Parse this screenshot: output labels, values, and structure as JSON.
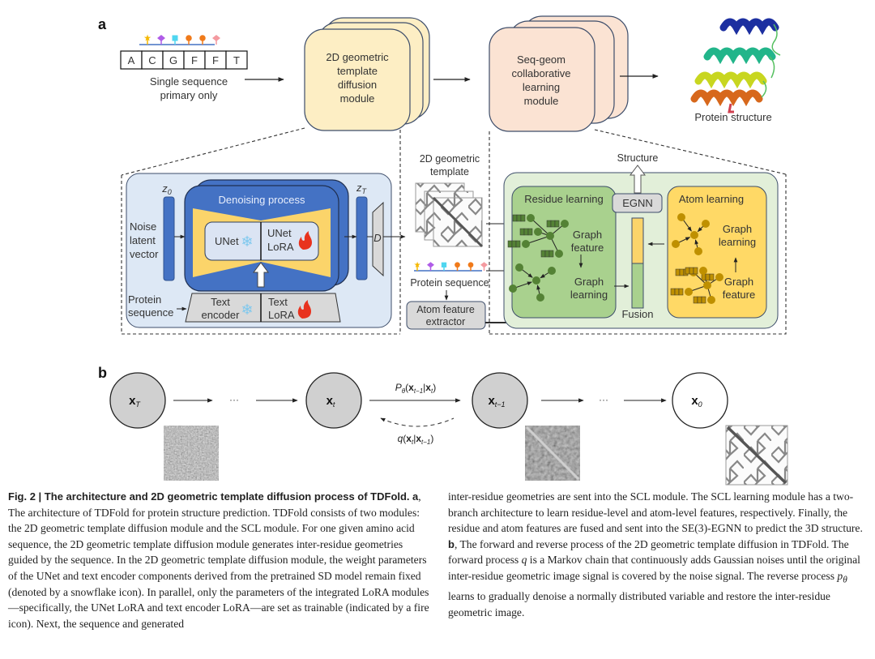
{
  "panel_a": {
    "label": "a",
    "sequence_letters": [
      "A",
      "C",
      "G",
      "F",
      "F",
      "T"
    ],
    "sequence_caption": [
      "Single sequence",
      "primary only"
    ],
    "diffusion_module_label": [
      "2D geometric",
      "template",
      "diffusion",
      "module"
    ],
    "scl_module_label": [
      "Seq-geom",
      "collaborative",
      "learning",
      "module"
    ],
    "protein_structure_label": "Protein structure",
    "detail_left": {
      "z0": "z",
      "z0_sub": "0",
      "zT": "z",
      "zT_sub": "T",
      "denoising_title": "Denoising process",
      "noise_label": [
        "Noise",
        "latent",
        "vector"
      ],
      "unet": "UNet",
      "unet_lora": [
        "UNet",
        "LoRA"
      ],
      "decoder": "D",
      "protein_sequence": [
        "Protein",
        "sequence"
      ],
      "text_encoder": [
        "Text",
        "encoder"
      ],
      "text_lora": [
        "Text",
        "LoRA"
      ]
    },
    "middle": {
      "template_label": [
        "2D geometric",
        "template"
      ],
      "protein_sequence": "Protein sequence",
      "atom_extractor": [
        "Atom feature",
        "extractor"
      ]
    },
    "detail_right": {
      "structure": "Structure",
      "egnn": "EGNN",
      "fusion": "Fusion",
      "residue_title": "Residue learning",
      "residue_graph_feature": [
        "Graph",
        "feature"
      ],
      "residue_graph_learning": [
        "Graph",
        "learning"
      ],
      "atom_title": "Atom learning",
      "atom_graph_learning": [
        "Graph",
        "learning"
      ],
      "atom_graph_feature": [
        "Graph",
        "feature"
      ]
    },
    "icons": [
      "star-icon",
      "diamond-icon",
      "square-icon",
      "circle-icon",
      "circle-icon",
      "diamond-icon"
    ],
    "icon_colors": [
      "#f5b800",
      "#b05ce8",
      "#4fd6f0",
      "#f07a1a",
      "#f07a1a",
      "#f49aa0"
    ]
  },
  "panel_b": {
    "label": "b",
    "nodes": [
      {
        "main": "x",
        "sub": "T"
      },
      {
        "main": "x",
        "sub": "t"
      },
      {
        "main": "x",
        "sub": "t−1"
      },
      {
        "main": "x",
        "sub": "0"
      }
    ],
    "ellipsis": "···",
    "reverse_label": {
      "p": "P",
      "p_sub": "θ",
      "open": "(",
      "a": "x",
      "a_sub": "t−1",
      "bar": "|",
      "b": "x",
      "b_sub": "t",
      "close": ")"
    },
    "forward_label": {
      "q": "q",
      "open": "(",
      "a": "x",
      "a_sub": "t",
      "bar": "|",
      "b": "x",
      "b_sub": "t−1",
      "close": ")"
    }
  },
  "colors": {
    "yellow_module": "#fdeec4",
    "peach_module": "#fbe3d3",
    "light_blue_panel": "#dde8f5",
    "blue": "#4472c4",
    "gold": "#fbd46a",
    "light_green_panel": "#e2efd9",
    "green_box": "#a9d18e",
    "green_node": "#548235",
    "atom_box": "#ffd966",
    "atom_node": "#bf9000",
    "grey_box": "#d9d9d9",
    "node_grey": "#d0d0d0",
    "fire": "#e8321e",
    "snowflake": "#7ec8ee"
  },
  "caption": {
    "left_bold_title": "Fig. 2 | The architecture and 2D geometric template diffusion process of TDFold.",
    "left_bold_a": "a",
    "left_text": ", The architecture of TDFold for protein structure prediction. TDFold consists of two modules: the 2D geometric template diffusion module and the SCL module. For one given amino acid sequence, the 2D geometric template diffusion module generates inter-residue geometries guided by the sequence. In the 2D geometric template diffusion module, the weight parameters of the UNet and text encoder components derived from the pretrained SD model remain fixed (denoted by a snowflake icon). In parallel, only the parameters of the integrated LoRA modules—specifically, the UNet LoRA and text encoder LoRA—are set as trainable (indicated by a fire icon). Next, the sequence and generated",
    "right_text_1": "inter-residue geometries are sent into the SCL module. The SCL learning module has a two-branch architecture to learn residue-level and atom-level features, respectively. Finally, the residue and atom features are fused and sent into the SE(3)-EGNN to predict the 3D structure. ",
    "right_bold_b": "b",
    "right_text_2": ", The forward and reverse process of the 2D geometric template diffusion in TDFold. The forward process ",
    "right_q": "q",
    "right_text_3": " is a Markov chain that continuously adds Gaussian noises until the original inter-residue geometric image signal is covered by the noise signal. The reverse process ",
    "right_p": "p",
    "right_p_sub": "θ",
    "right_text_4": " learns to gradually denoise a normally distributed variable and restore the inter-residue geometric image."
  }
}
